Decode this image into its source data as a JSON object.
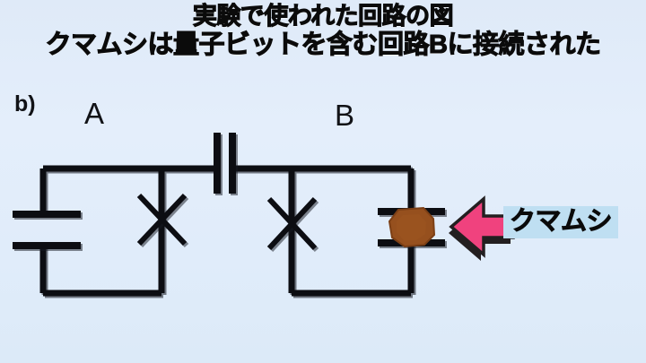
{
  "title": {
    "line1": "実験で使われた回路の図",
    "line2": "クマムシは量子ビットを含む回路Bに接続された"
  },
  "diagram": {
    "panel_label": "b)",
    "circuit_a_label": "A",
    "circuit_b_label": "B",
    "wire_color": "#0c0d12",
    "background_color": "#e1ecfa"
  },
  "annotation": {
    "callout_text": "クマムシ",
    "arrow_color": "#f0427e",
    "arrow_shadow_color": "#231f20",
    "callout_background": "#bfdff2",
    "tardigrade_color": "#96501e",
    "tardigrade_edge_color": "#7c3f15"
  },
  "icons": {
    "josephson_junction_a": "josephson-junction-icon",
    "josephson_junction_b": "josephson-junction-icon",
    "shunt_capacitor_a": "capacitor-icon",
    "coupling_capacitor": "capacitor-icon",
    "tardigrade_capacitor": "capacitor-icon",
    "tardigrade": "tardigrade-icon",
    "pointer": "left-arrow-icon"
  }
}
